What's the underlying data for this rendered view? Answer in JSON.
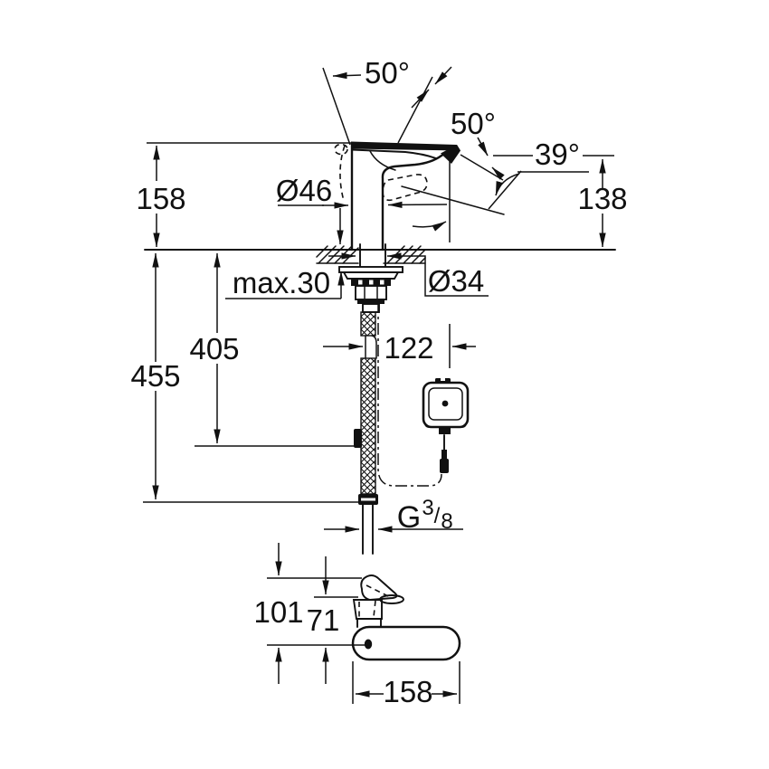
{
  "colors": {
    "ink": "#111111",
    "background": "#ffffff"
  },
  "side_view": {
    "labels": {
      "handle_swing_angle": "50°",
      "lever_tilt_angle": "50°",
      "spout_angle": "39°",
      "height_above_deck": "158",
      "spout_outlet_height": "138",
      "body_diameter": "Ø46",
      "max_deck_thickness": "max.30",
      "mounting_hole_diameter": "Ø34",
      "hose_reach": "405",
      "overall_below_deck": "455",
      "spout_projection": "122",
      "thread_prefix": "G",
      "thread_numerator": "3",
      "thread_slash": "/",
      "thread_denominator": "8"
    }
  },
  "top_view": {
    "labels": {
      "overall_height": "101",
      "body_height": "71",
      "overall_length": "158"
    }
  }
}
